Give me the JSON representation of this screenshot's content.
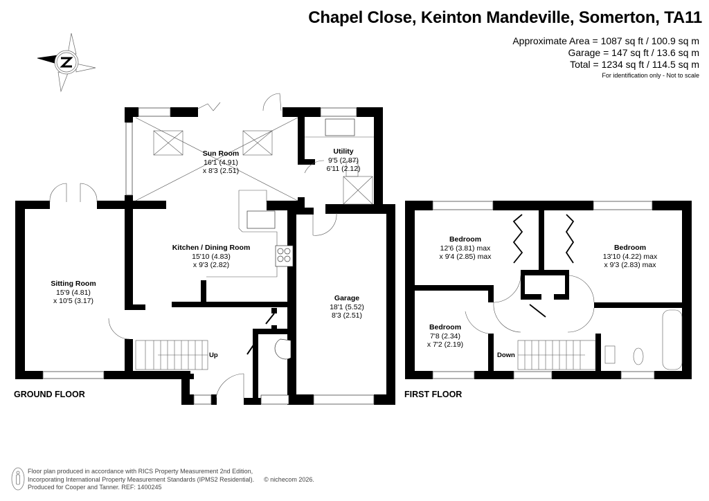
{
  "header": {
    "title": "Chapel Close, Keinton Mandeville, Somerton, TA11",
    "areas": [
      "Approximate Area = 1087 sq ft / 100.9 sq m",
      "Garage = 147 sq ft / 13.6 sq m",
      "Total = 1234 sq ft / 114.5 sq m"
    ],
    "note": "For identification only - Not to scale"
  },
  "compass": {
    "icon": "compass-rose-icon",
    "direction_letter": "N"
  },
  "ground_floor": {
    "label": "GROUND FLOOR",
    "rooms": [
      {
        "name": "Sun Room",
        "dim1": "16'1 (4.91)",
        "dim2": "x 8'3 (2.51)"
      },
      {
        "name": "Utility",
        "dim1": "9'5 (2.87)",
        "dim2": "6'11 (2.12)"
      },
      {
        "name": "Kitchen / Dining Room",
        "dim1": "15'10 (4.83)",
        "dim2": "x 9'3 (2.82)"
      },
      {
        "name": "Sitting Room",
        "dim1": "15'9 (4.81)",
        "dim2": "x 10'5 (3.17)"
      },
      {
        "name": "Garage",
        "dim1": "18'1 (5.52)",
        "dim2": "8'3 (2.51)"
      }
    ],
    "stairs_label": "Up"
  },
  "first_floor": {
    "label": "FIRST FLOOR",
    "rooms": [
      {
        "name": "Bedroom",
        "dim1": "12'6 (3.81) max",
        "dim2": "x 9'4 (2.85) max"
      },
      {
        "name": "Bedroom",
        "dim1": "13'10 (4.22) max",
        "dim2": "x 9'3 (2.83) max"
      },
      {
        "name": "Bedroom",
        "dim1": "7'8 (2.34)",
        "dim2": "x 7'2 (2.19)"
      }
    ],
    "stairs_label": "Down"
  },
  "footer": {
    "line1": "Floor plan produced in accordance with RICS Property Measurement 2nd Edition,",
    "line2": "Incorporating International Property Measurement Standards (IPMS2 Residential).",
    "copyright": "© nichecom 2026.",
    "line3": "Produced for Cooper and Tanner.   REF: 1400245"
  },
  "colors": {
    "wall": "#000000",
    "line": "#555555",
    "footer_text": "#444444"
  }
}
